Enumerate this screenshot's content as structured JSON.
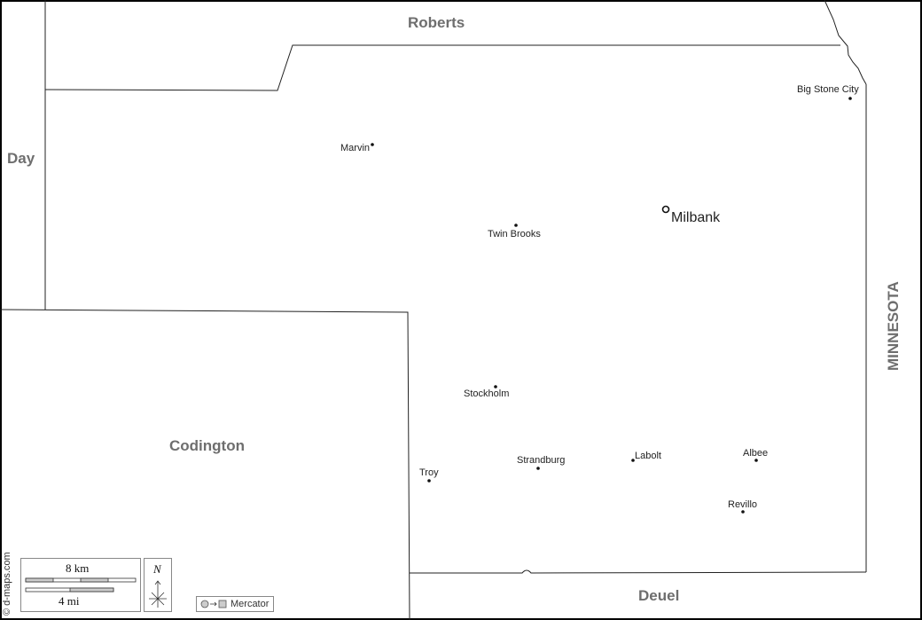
{
  "regions": {
    "roberts": "Roberts",
    "day": "Day",
    "codington": "Codington",
    "deuel": "Deuel",
    "minnesota": "MINNESOTA"
  },
  "cities": {
    "big_stone_city": "Big Stone City",
    "marvin": "Marvin",
    "milbank": "Milbank",
    "twin_brooks": "Twin Brooks",
    "stockholm": "Stockholm",
    "troy": "Troy",
    "strandburg": "Strandburg",
    "labolt": "Labolt",
    "albee": "Albee",
    "revillo": "Revillo"
  },
  "legend": {
    "credit": "© d-maps.com",
    "scale_km": "8 km",
    "scale_mi": "4 mi",
    "north": "N",
    "projection": "Mercator"
  }
}
